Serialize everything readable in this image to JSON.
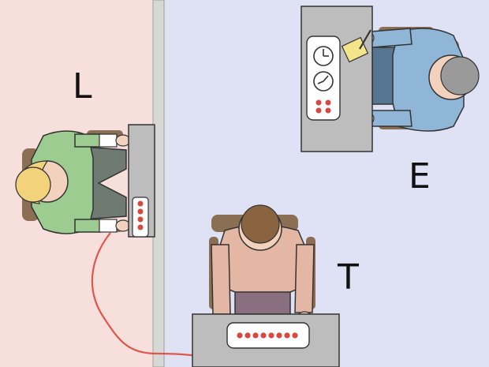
{
  "labels": {
    "learner": "L",
    "experimenter": "E",
    "teacher": "T"
  },
  "colors": {
    "learner_room": "#f7dfdb",
    "other_room": "#dfe1f5",
    "wall": "#d6d8d6",
    "desk": "#bdbdbd",
    "wire": "#e0564a",
    "learner_shirt": "#9ccc8f",
    "learner_hair": "#f2d27a",
    "experimenter_shirt": "#8fb6d6",
    "experimenter_hair": "#9a9a9a",
    "teacher_shirt": "#e3b7a4",
    "teacher_hair": "#8a6340",
    "chair": "#8a6f54",
    "paper": "#f4e58a",
    "button": "#d9473e"
  },
  "icons": [
    "clock-icon",
    "clock-icon",
    "notepad-icon",
    "pencil-icon"
  ]
}
